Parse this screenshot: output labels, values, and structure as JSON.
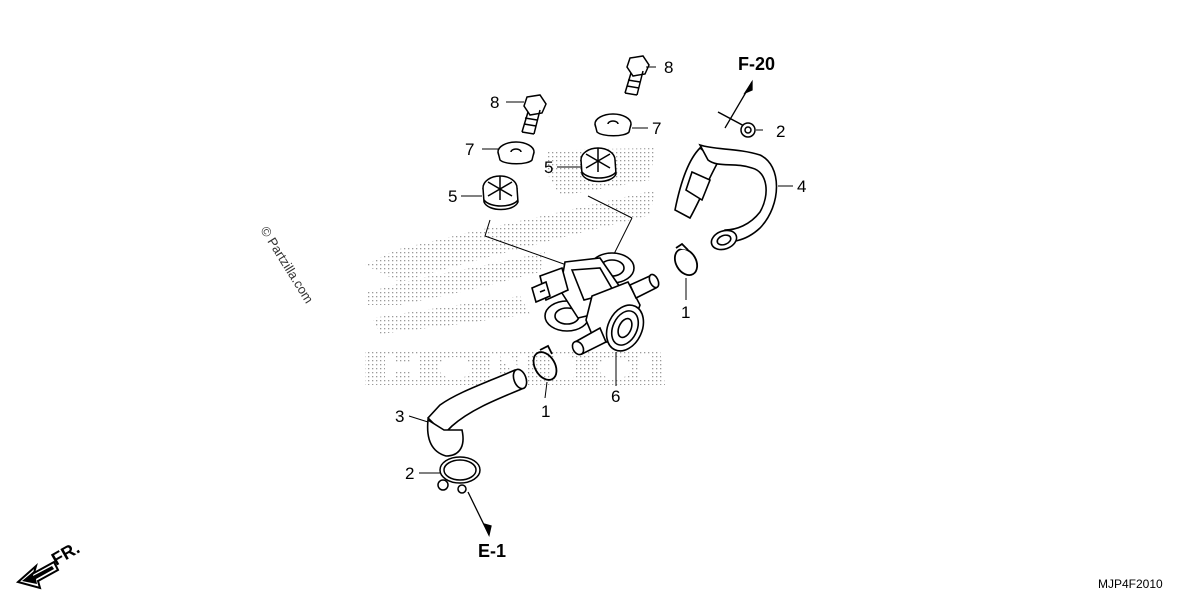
{
  "diagram": {
    "references": {
      "top": "F-20",
      "bottom": "E-1"
    },
    "direction": "FR.",
    "diagram_code": "MJP4F2010",
    "watermark": "© Partzilla.com",
    "callouts": {
      "c1_left": "1",
      "c1_right": "1",
      "c2_top": "2",
      "c2_bottom": "2",
      "c3": "3",
      "c4": "4",
      "c5_left": "5",
      "c5_right": "5",
      "c6": "6",
      "c7_left": "7",
      "c7_right": "7",
      "c8_left": "8",
      "c8_right": "8"
    }
  }
}
